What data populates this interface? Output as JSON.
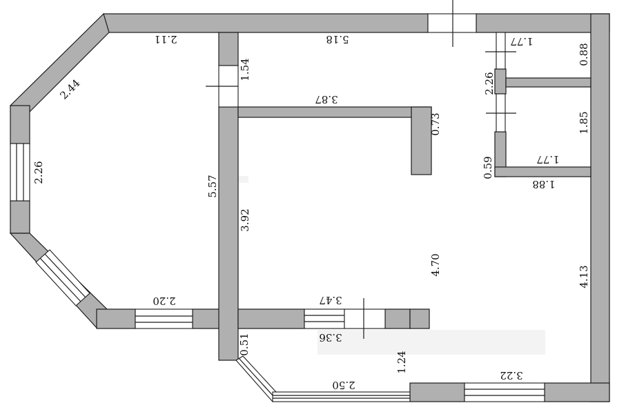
{
  "plan": {
    "type": "floor-plan",
    "colors": {
      "wall": "#b0b0b0",
      "outline": "#1a1a1a",
      "background": "#ffffff"
    },
    "dimensions": {
      "top_left_wall": "2.11",
      "diagonal_top_left": "2.44",
      "left_wall_window": "2.26",
      "bottom_left_window": "2.20",
      "top_center": "5.18",
      "door_left_vertical": "1.54",
      "inner_horizontal": "3.87",
      "inner_stub": "0.73",
      "central_wall_full": "5.57",
      "central_wall_inner": "3.92",
      "hall_height": "4.70",
      "lower_inner_top": "3.47",
      "lower_inner_bottom": "3.36",
      "lower_left_short": "0.51",
      "lower_diag_window": "2.50",
      "lower_gap": "1.24",
      "bottom_right_window": "3.22",
      "right_wall": "4.13",
      "wc_top_width": "1.77",
      "wc_top_height": "0.88",
      "bath_left": "2.26",
      "bath_height": "1.85",
      "bath_width": "1.77",
      "bath_corner": "0.59",
      "bath_outer_width": "1.88"
    }
  }
}
